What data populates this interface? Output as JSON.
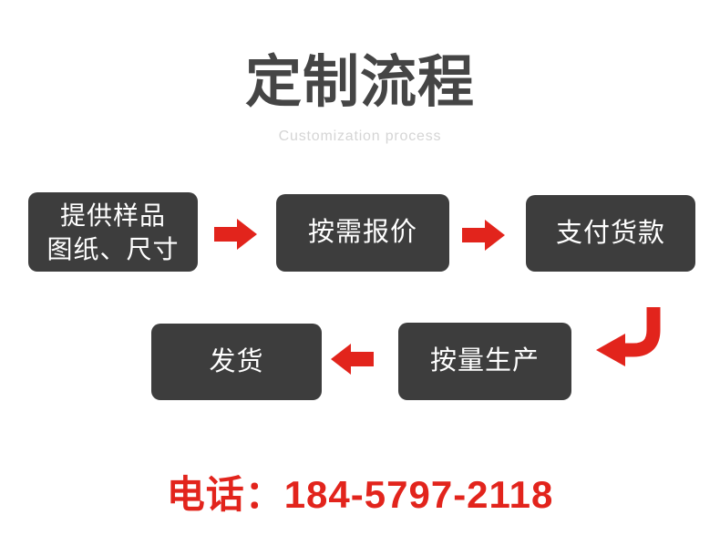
{
  "page": {
    "title": "定制流程",
    "subtitle": "Customization process"
  },
  "steps": [
    {
      "order": 1,
      "label": "提供样品\n图纸、尺寸"
    },
    {
      "order": 2,
      "label": "按需报价"
    },
    {
      "order": 3,
      "label": "支付货款"
    },
    {
      "order": 4,
      "label": "按量生产"
    },
    {
      "order": 5,
      "label": "发货"
    }
  ],
  "flow": {
    "arrows": [
      {
        "from": 1,
        "to": 2,
        "direction": "right"
      },
      {
        "from": 2,
        "to": 3,
        "direction": "right"
      },
      {
        "from": 3,
        "to": 4,
        "direction": "down-left"
      },
      {
        "from": 4,
        "to": 5,
        "direction": "left"
      }
    ]
  },
  "contact": {
    "label": "电话：",
    "number": "184-5797-2118"
  },
  "colors": {
    "page_background": "#ffffff",
    "box_background": "#3d3d3d",
    "box_text": "#ffffff",
    "title_text": "#454545",
    "subtitle_text": "#d5d5d5",
    "accent_red": "#e2241c"
  }
}
